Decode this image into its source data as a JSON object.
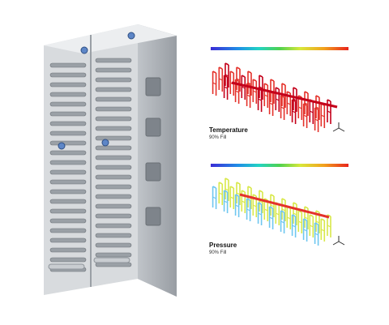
{
  "panels": {
    "temperature": {
      "label": "Temperature",
      "sublabel": "90% Fill",
      "scale_colors": [
        "#3b2bd6",
        "#1f8fe6",
        "#22d3c3",
        "#4fd14f",
        "#d7e83a",
        "#f2a21d",
        "#e8231c"
      ]
    },
    "pressure": {
      "label": "Pressure",
      "sublabel": "90% Fill",
      "scale_colors": [
        "#3b2bd6",
        "#1f8fe6",
        "#22d3c3",
        "#4fd14f",
        "#d7e83a",
        "#f2a21d",
        "#e8231c"
      ]
    }
  },
  "colors": {
    "steel_light": "#dcdfe2",
    "steel_mid": "#b9bdc2",
    "steel_dark": "#8f949a",
    "temp_mesh": "#e4322b",
    "temp_mesh_hot": "#c4001a",
    "pressure_mesh_low": "#6fc7f0",
    "pressure_mesh_mid": "#d8e84a",
    "pressure_mesh_high": "#e4322b"
  }
}
